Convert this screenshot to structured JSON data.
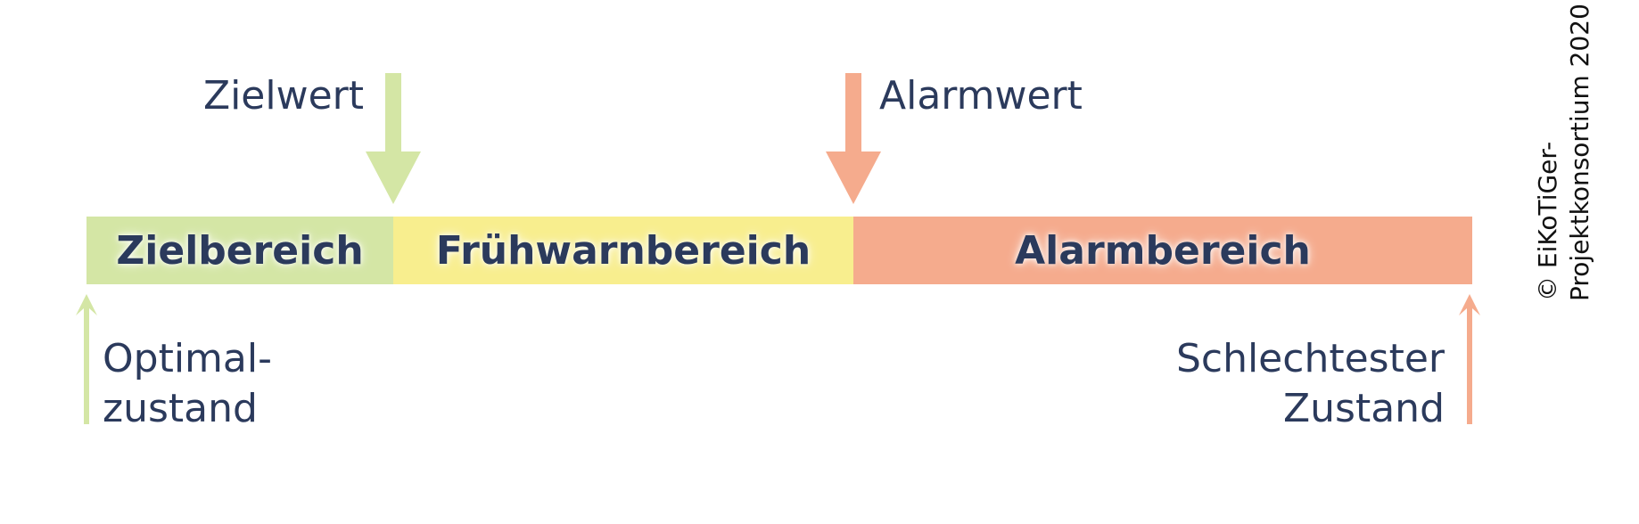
{
  "colors": {
    "target": "#d4e6a5",
    "warning": "#f8ee8e",
    "alarm": "#f5ab8d",
    "text": "#2b3a5c"
  },
  "markers": {
    "target_value": "Zielwert",
    "alarm_value": "Alarmwert"
  },
  "zones": {
    "target": "Zielbereich",
    "warning": "Frühwarnbereich",
    "alarm": "Alarmbereich"
  },
  "ends": {
    "best_line1": "Optimal-",
    "best_line2": "zustand",
    "worst_line1": "Schlechtester",
    "worst_line2": "Zustand"
  },
  "copyright": {
    "line1": "© EiKoTiGer-",
    "line2": "Projektkonsortium 2020"
  }
}
